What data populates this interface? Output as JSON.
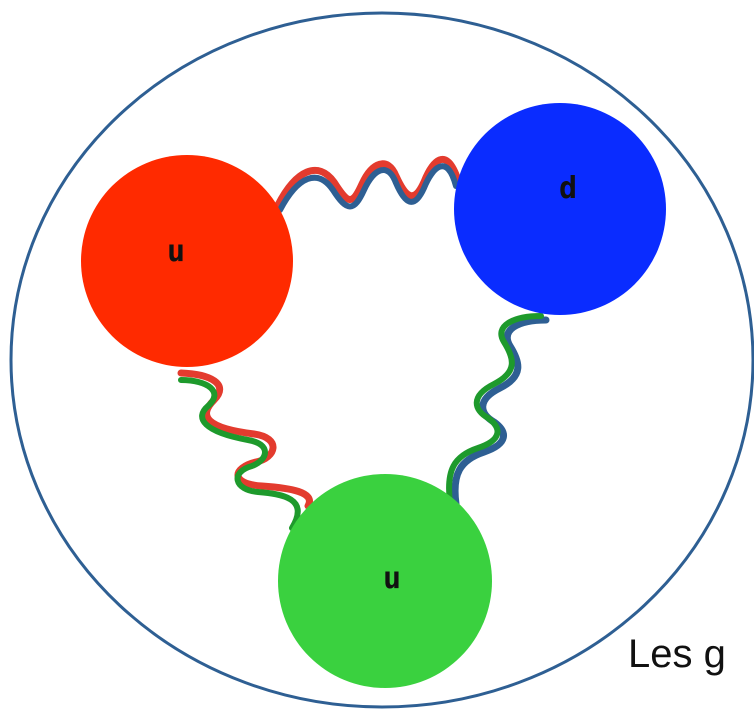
{
  "quarks": [
    {
      "id": "u1",
      "label": "u",
      "color": "#ff2a00"
    },
    {
      "id": "d",
      "label": "d",
      "color": "#0a2cff"
    },
    {
      "id": "u2",
      "label": "u",
      "color": "#3ad13f"
    }
  ],
  "gluon_colors": {
    "u1_d": [
      "#e33b2e",
      "#2e5f93"
    ],
    "u1_u2": [
      "#e33b2e",
      "#1e9a2c"
    ],
    "d_u2": [
      "#2e5f93",
      "#1e9a2c"
    ]
  },
  "boundary_color": "#2e5f93",
  "caption": "Les g"
}
